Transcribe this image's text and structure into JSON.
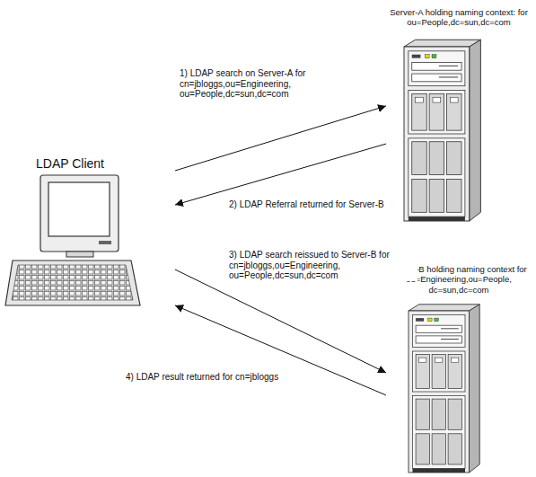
{
  "diagram": {
    "nodes": [
      {
        "text": [
          "Server-A holding naming context: for ou=People,dc=sun,dc=com"
        ]
      },
      {
        "text": [
          "LDAP Client"
        ]
      },
      {
        "text": [
          "Server-B holding naming context for ou=Engineering,ou=People, dc=sun,dc=com"
        ]
      }
    ],
    "edges": [
      {
        "from": 1,
        "to": 0,
        "arrow": "to",
        "label": "1) LDAP search on Server-A for cn=jbloggs,ou=Engineering, ou=People,dc=sun,dc=com"
      },
      {
        "from": 0,
        "to": 1,
        "arrow": "to",
        "label": "2) LDAP Referral returned for Server-B"
      },
      {
        "from": 1,
        "to": 2,
        "arrow": "to",
        "label": "3) LDAP search reissued to Server-B for cn=jbloggs,ou=Engineering, ou=People,dc=sun,dc=com"
      },
      {
        "from": 2,
        "to": 1,
        "arrow": "to",
        "label": "4) LDAP result returned for cn=jbloggs"
      }
    ]
  }
}
